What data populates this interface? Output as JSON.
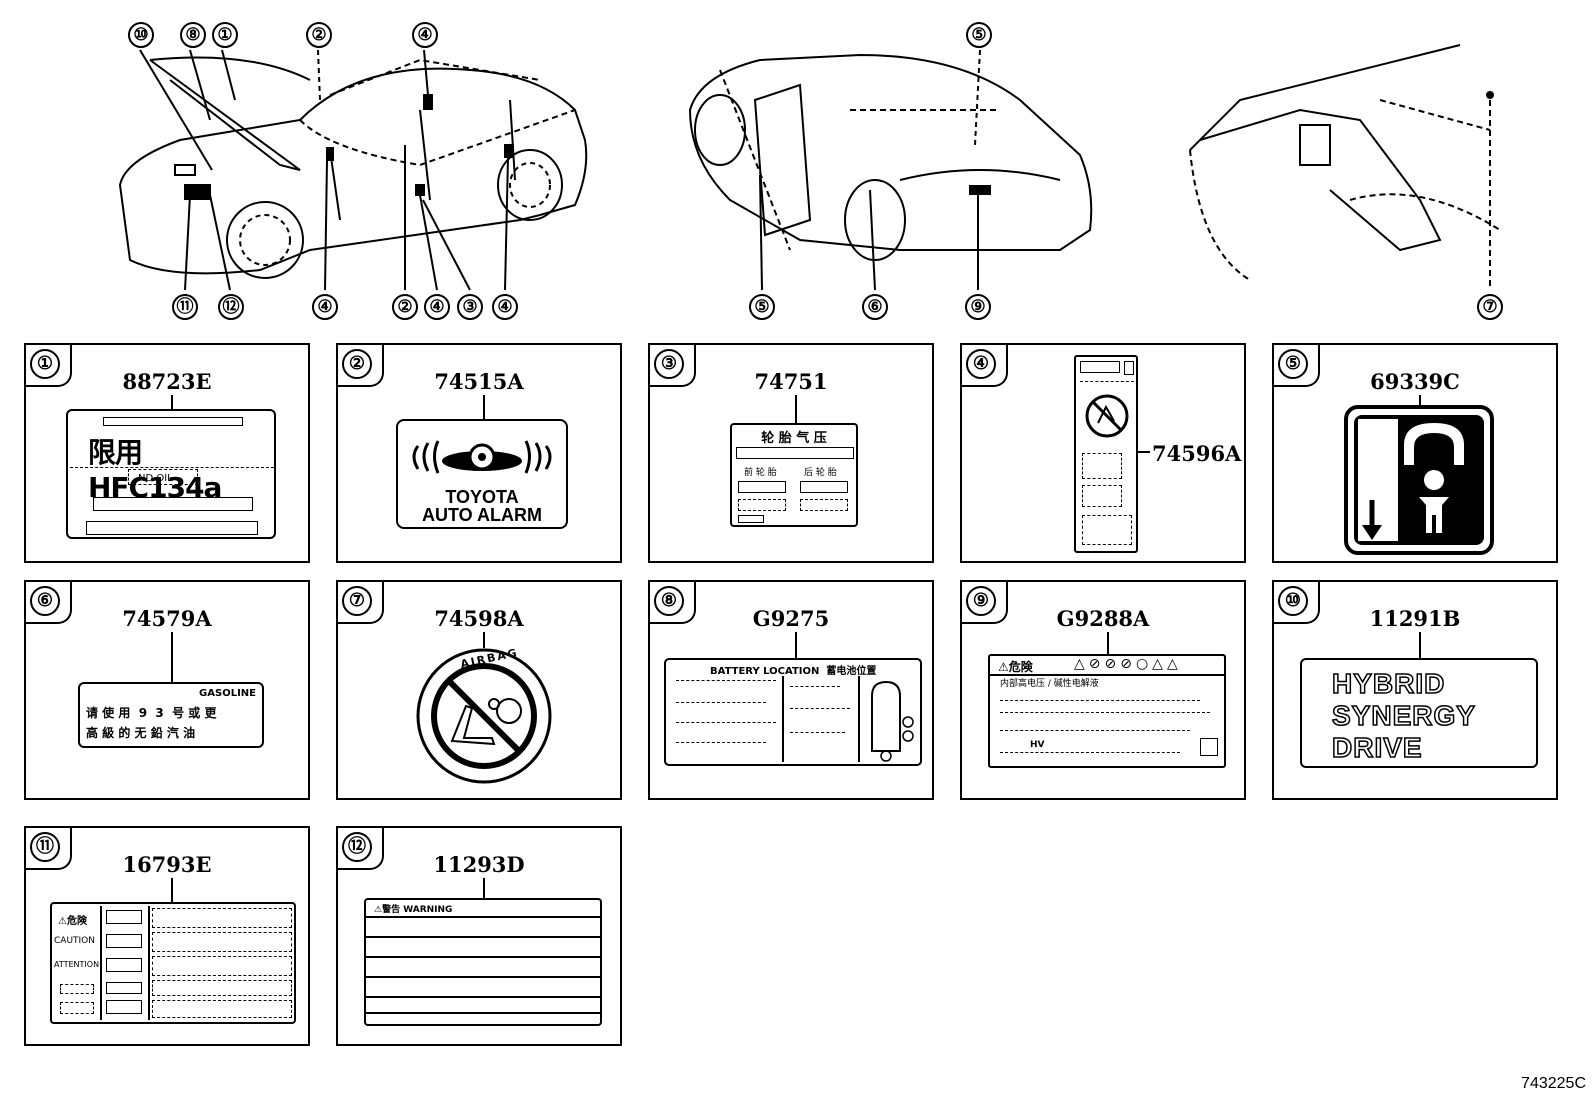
{
  "callouts": {
    "car1": [
      "⑩",
      "⑧",
      "①",
      "②",
      "④",
      "④",
      "②",
      "④",
      "③",
      "④",
      "⑪",
      "⑫"
    ],
    "car2": [
      "⑤",
      "⑤",
      "⑥",
      "⑨"
    ],
    "car3": [
      "⑦"
    ]
  },
  "panels": [
    {
      "num": "①",
      "code": "88723E",
      "text_main": "限用 HFC134a",
      "text_sub": "ND OIL"
    },
    {
      "num": "②",
      "code": "74515A",
      "line1": "TOYOTA",
      "line2": "AUTO ALARM"
    },
    {
      "num": "③",
      "code": "74751",
      "title": "轮 胎 气 压",
      "col1": "前 轮 胎",
      "col2": "后 轮 胎"
    },
    {
      "num": "④",
      "code": "74596A"
    },
    {
      "num": "⑤",
      "code": "69339C"
    },
    {
      "num": "⑥",
      "code": "74579A",
      "tag": "GASOLINE",
      "line1": "请 使 用  9  3  号 或 更",
      "line2": "高 級 的 无 鉛 汽 油"
    },
    {
      "num": "⑦",
      "code": "74598A",
      "ring": "AIRBAG"
    },
    {
      "num": "⑧",
      "code": "G9275",
      "header": "BATTERY LOCATION  蓄电池位置"
    },
    {
      "num": "⑨",
      "code": "G9288A",
      "header": "⚠危険",
      "sub": "内部高电压 / 碱性电解液",
      "hv": "HV"
    },
    {
      "num": "⑩",
      "code": "11291B",
      "line1": "HYBRID",
      "line2": "SYNERGY",
      "line3": "DRIVE"
    },
    {
      "num": "⑪",
      "code": "16793E",
      "r1": "⚠危険",
      "r2": "CAUTION",
      "r3": "ATTENTION"
    },
    {
      "num": "⑫",
      "code": "11293D",
      "header": "⚠警告 WARNING"
    }
  ],
  "doc_number": "743225C"
}
